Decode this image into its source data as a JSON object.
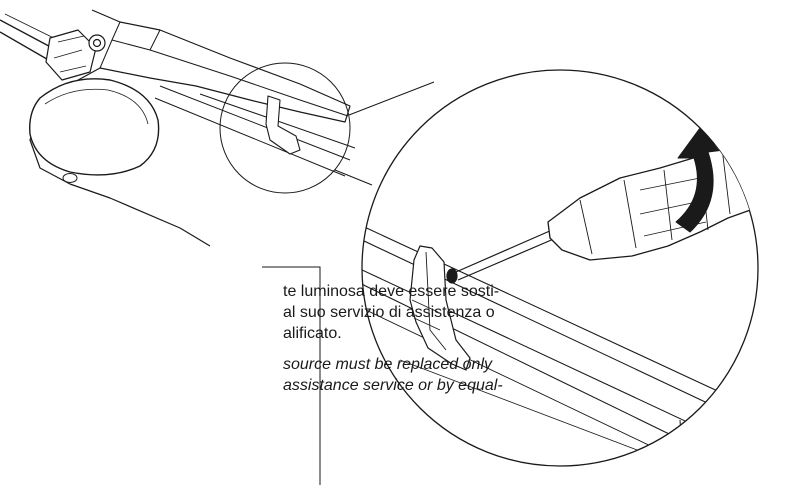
{
  "note": {
    "italian_lines": [
      "te luminosa deve essere sosti-",
      "al suo servizio di assistenza o",
      "alificato."
    ],
    "english_lines": [
      "source must be replaced only",
      "assistance service or by equal-"
    ]
  },
  "colors": {
    "line": "#1a1a1a",
    "background": "#ffffff"
  }
}
